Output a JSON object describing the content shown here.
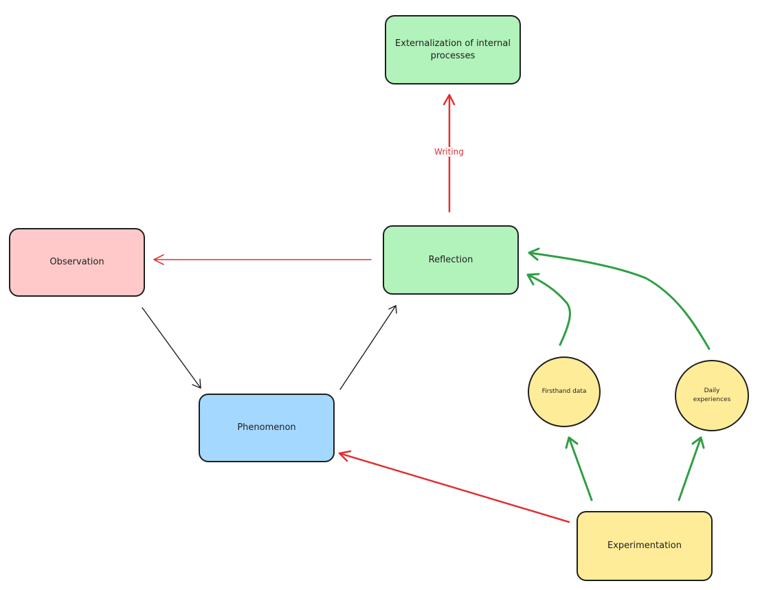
{
  "nodes": {
    "externalization": {
      "label": "Externalization of internal processes",
      "color": "#b2f2bb"
    },
    "reflection": {
      "label": "Reflection",
      "color": "#b2f2bb"
    },
    "observation": {
      "label": "Observation",
      "color": "#ffc9c9"
    },
    "phenomenon": {
      "label": "Phenomenon",
      "color": "#a5d8ff"
    },
    "firsthand": {
      "label": "Firsthand data",
      "color": "#ffec99"
    },
    "daily": {
      "label": "Daily experiences",
      "color": "#ffec99"
    },
    "experimentation": {
      "label": "Experimentation",
      "color": "#ffec99"
    }
  },
  "edges": {
    "writing_label": "Writing"
  },
  "colors": {
    "red_arrow": "#e03131",
    "green_arrow": "#2f9e44",
    "black_arrow": "#1e1e1e"
  }
}
